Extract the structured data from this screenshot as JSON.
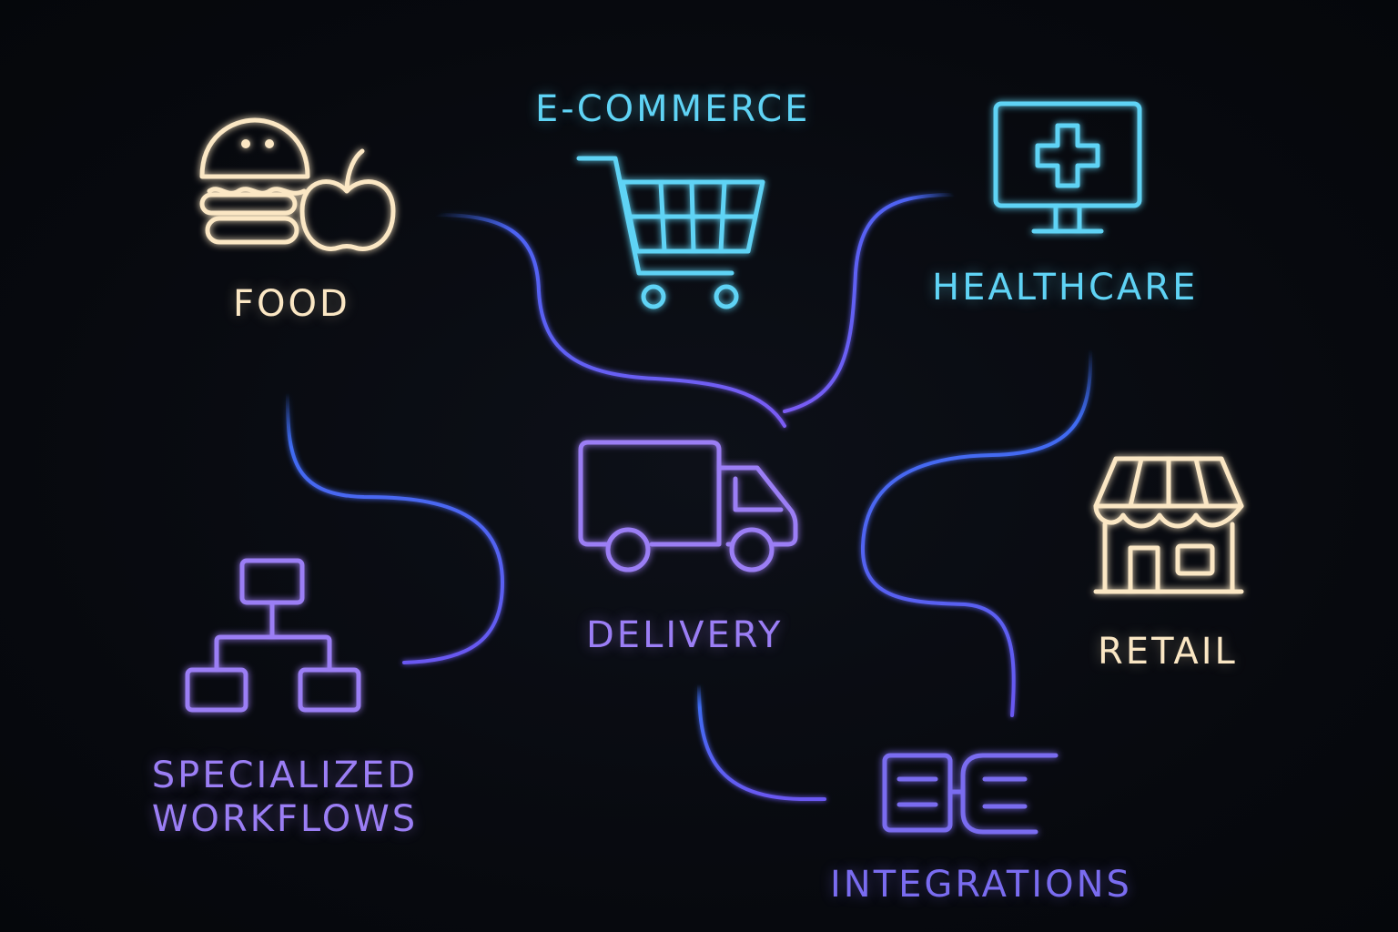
{
  "nodes": {
    "food": {
      "label": "FOOD",
      "icon": "burger-apple-icon",
      "color": "#fbe7c4"
    },
    "ecommerce": {
      "label": "E-COMMERCE",
      "icon": "shopping-cart-icon",
      "color": "#5fd3f5"
    },
    "healthcare": {
      "label": "HEALTHCARE",
      "icon": "medical-monitor-icon",
      "color": "#5fd3f5"
    },
    "delivery": {
      "label": "DELIVERY",
      "icon": "delivery-truck-icon",
      "color": "#9b7ef5"
    },
    "retail": {
      "label": "RETAIL",
      "icon": "storefront-icon",
      "color": "#fbe7c4"
    },
    "specialized": {
      "label_line1": "SPECIALIZED",
      "label_line2": "WORKFLOWS",
      "icon": "workflow-hierarchy-icon",
      "color": "#9b7ef5"
    },
    "integrations": {
      "label": "INTEGRATIONS",
      "icon": "integration-plug-icon",
      "color": "#7a6cf0"
    }
  },
  "colors": {
    "background": "#07090e",
    "connector_start": "#3b6cf0",
    "connector_end": "#7b5cf5"
  }
}
